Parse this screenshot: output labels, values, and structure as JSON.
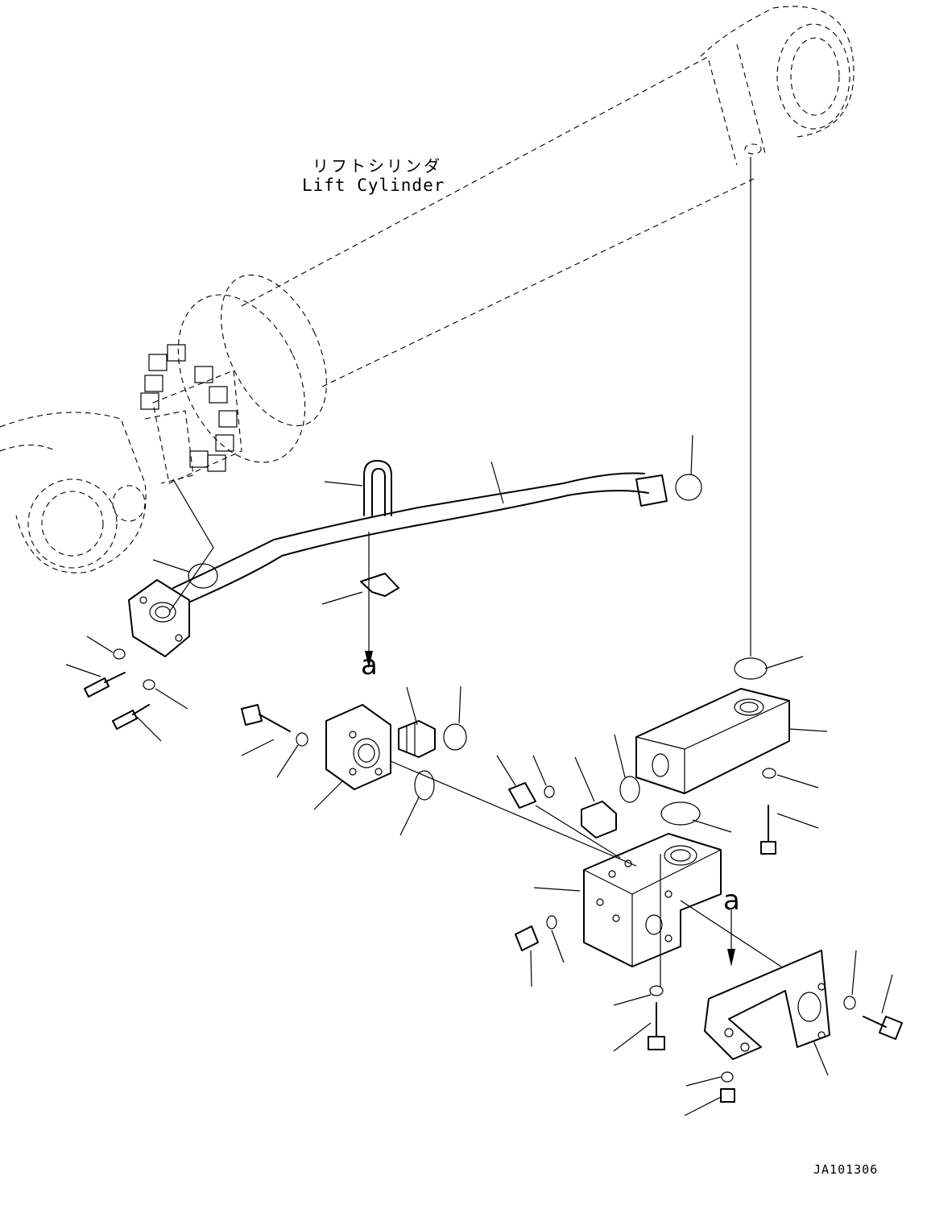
{
  "diagram": {
    "label_japanese": "リフトシリンダ",
    "label_english": "Lift Cylinder",
    "arrow_label_1": "a",
    "arrow_label_2": "a",
    "drawing_number": "JA101306"
  },
  "colors": {
    "line": "#000000",
    "background": "#ffffff"
  }
}
